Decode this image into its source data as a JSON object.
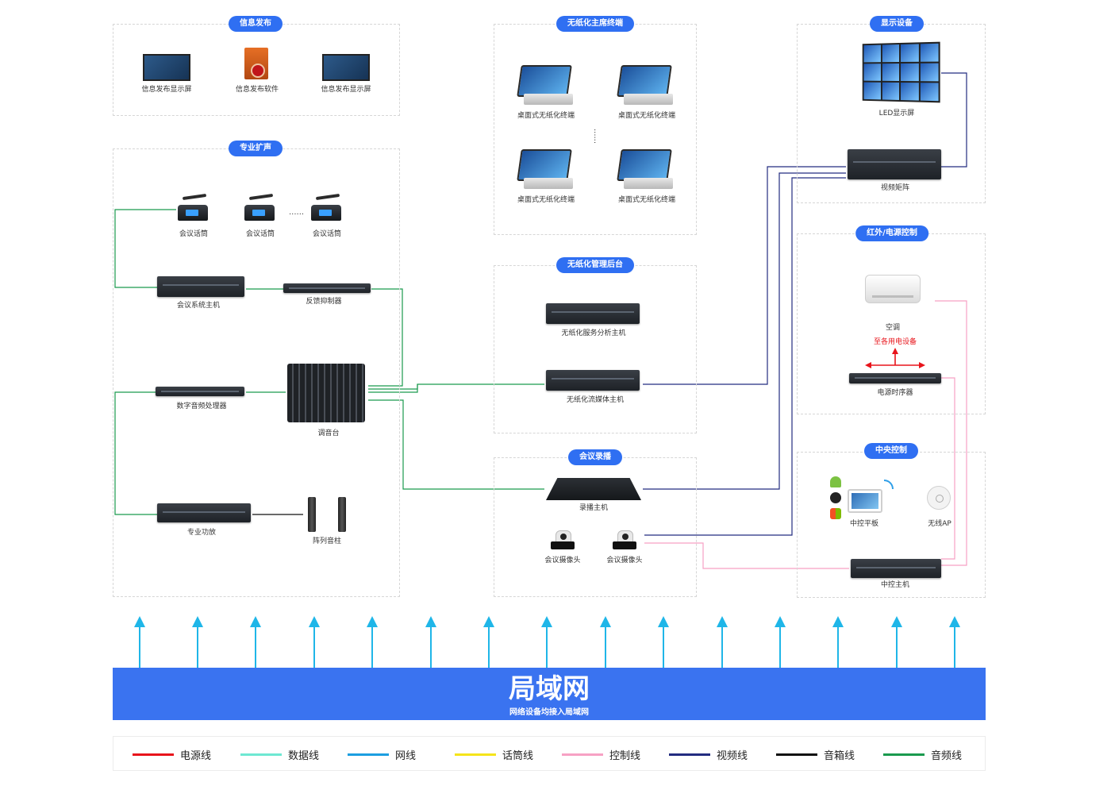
{
  "sections": {
    "info_publish": "信息发布",
    "pro_audio": "专业扩声",
    "paperless_terminal": "无纸化主席终端",
    "paperless_backend": "无纸化管理后台",
    "recording": "会议录播",
    "display": "显示设备",
    "ir_power": "红外/电源控制",
    "central_control": "中央控制"
  },
  "devices": {
    "info_screen_1": "信息发布显示屏",
    "info_software": "信息发布软件",
    "info_screen_2": "信息发布显示屏",
    "mic_1": "会议话筒",
    "mic_2": "会议话筒",
    "mic_3": "会议话筒",
    "mic_dots": "......",
    "conf_host": "会议系统主机",
    "feedback_suppressor": "反馈抑制器",
    "dsp": "数字音频处理器",
    "mixer": "调音台",
    "amplifier": "专业功放",
    "line_array": "阵列音柱",
    "terminal_1": "桌面式无纸化终端",
    "terminal_2": "桌面式无纸化终端",
    "terminal_3": "桌面式无纸化终端",
    "terminal_4": "桌面式无纸化终端",
    "terminal_dots": "......",
    "service_host": "无纸化服务分析主机",
    "media_host": "无纸化流媒体主机",
    "recording_host": "录播主机",
    "camera_1": "会议摄像头",
    "camera_2": "会议摄像头",
    "led_screen": "LED显示屏",
    "video_matrix": "视频矩阵",
    "air_conditioner": "空调",
    "to_devices": "至各用电设备",
    "power_sequencer": "电源时序器",
    "control_tablet": "中控平板",
    "wireless_ap": "无线AP",
    "control_host": "中控主机"
  },
  "lan": {
    "title": "局域网",
    "subtitle": "网络设备均接入局域网"
  },
  "legend": [
    {
      "label": "电源线",
      "color": "#e8141b"
    },
    {
      "label": "数据线",
      "color": "#6ee8d2"
    },
    {
      "label": "网线",
      "color": "#1c9ee0"
    },
    {
      "label": "话筒线",
      "color": "#f5e41a"
    },
    {
      "label": "控制线",
      "color": "#f7a1c4"
    },
    {
      "label": "视频线",
      "color": "#232c80"
    },
    {
      "label": "音箱线",
      "color": "#111111"
    },
    {
      "label": "音频线",
      "color": "#1a9a4e"
    }
  ],
  "colors": {
    "accent": "#2f6ff2",
    "lan": "#3a73f0",
    "arrow": "#1fb6e8"
  }
}
